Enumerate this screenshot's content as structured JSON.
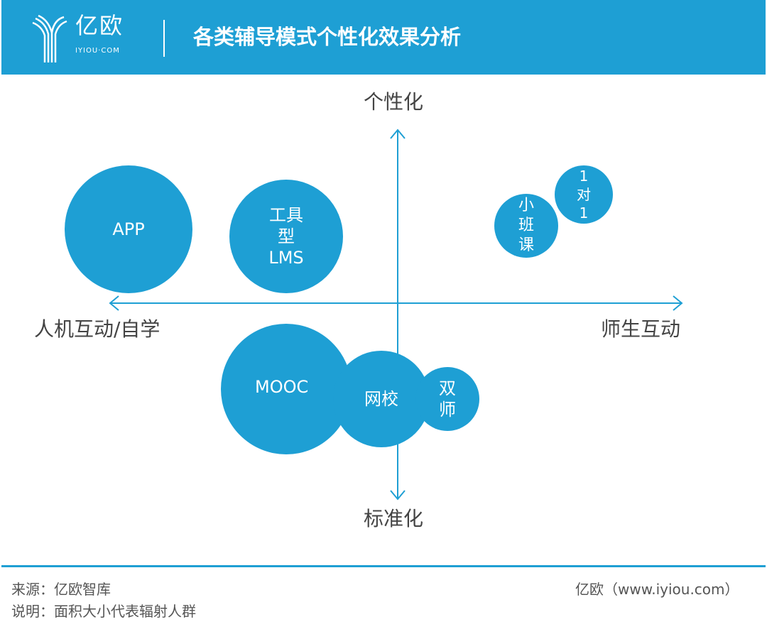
{
  "header": {
    "logo_cn": "亿欧",
    "logo_en": "IYIOU·COM",
    "title": "各类辅导模式个性化效果分析"
  },
  "axes": {
    "top": "个性化",
    "bottom": "标准化",
    "left": "人机互动/自学",
    "right": "师生互动"
  },
  "bubbles": [
    {
      "label": "APP"
    },
    {
      "label_lines": [
        "工具",
        "型",
        "LMS"
      ]
    },
    {
      "label_lines": [
        "小",
        "班",
        "课"
      ]
    },
    {
      "label_lines": [
        "1",
        "对",
        "1"
      ]
    },
    {
      "label": "MOOC"
    },
    {
      "label": "网校"
    },
    {
      "label_lines": [
        "双",
        "师"
      ]
    }
  ],
  "footer": {
    "source": "来源：亿欧智库",
    "note": "说明：面积大小代表辐射人群",
    "site": "亿欧（www.iyiou.com）"
  },
  "colors": {
    "accent": "#1e9fd4"
  }
}
